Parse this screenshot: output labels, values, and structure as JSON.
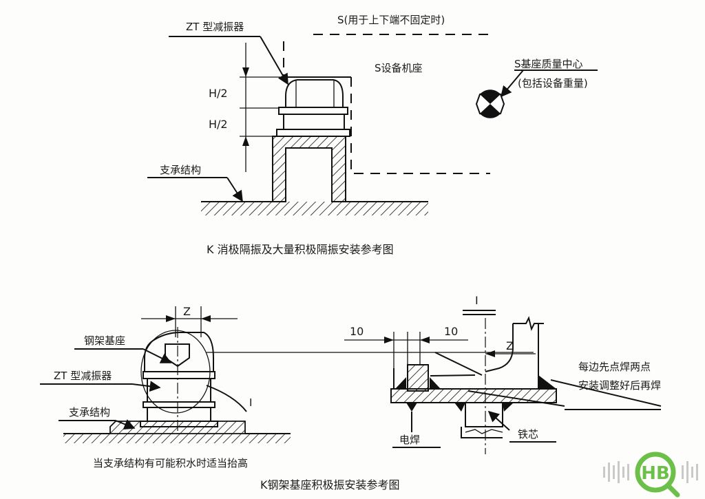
{
  "top_diagram": {
    "label_vibration_absorber": "ZT 型减振器",
    "label_s_note": "S(用于上下端不固定时)",
    "label_equipment_base": "S设备机座",
    "label_mass_center": "S基座质量中心",
    "label_mass_center_note": "(包括设备重量)",
    "label_h_half_1": "H/2",
    "label_h_half_2": "H/2",
    "label_support": "支承结构",
    "caption": "K 消极隔振及大量积极隔振安装参考图"
  },
  "bottom_left": {
    "label_dim_z": "Z",
    "label_steel_base": "钢架基座",
    "label_vibration_absorber": "ZT 型减振器",
    "label_support": "支承结构",
    "label_section_mark": "I",
    "note": "当支承结构有可能积水时适当抬高"
  },
  "bottom_right": {
    "label_section": "I",
    "label_dim_left": "10",
    "label_dim_right": "10",
    "label_dim_z": "Z",
    "label_weld_note_1": "每边先点焊两点",
    "label_weld_note_2": "安装调整好后再焊",
    "label_electric_weld": "电焊",
    "label_iron_core": "铁芯"
  },
  "bottom_caption": "K钢架基座积极振安装参考图",
  "watermark": {
    "logo_text": "HB"
  },
  "colors": {
    "ink": "#111111",
    "logo_green": "#6cc04a"
  }
}
